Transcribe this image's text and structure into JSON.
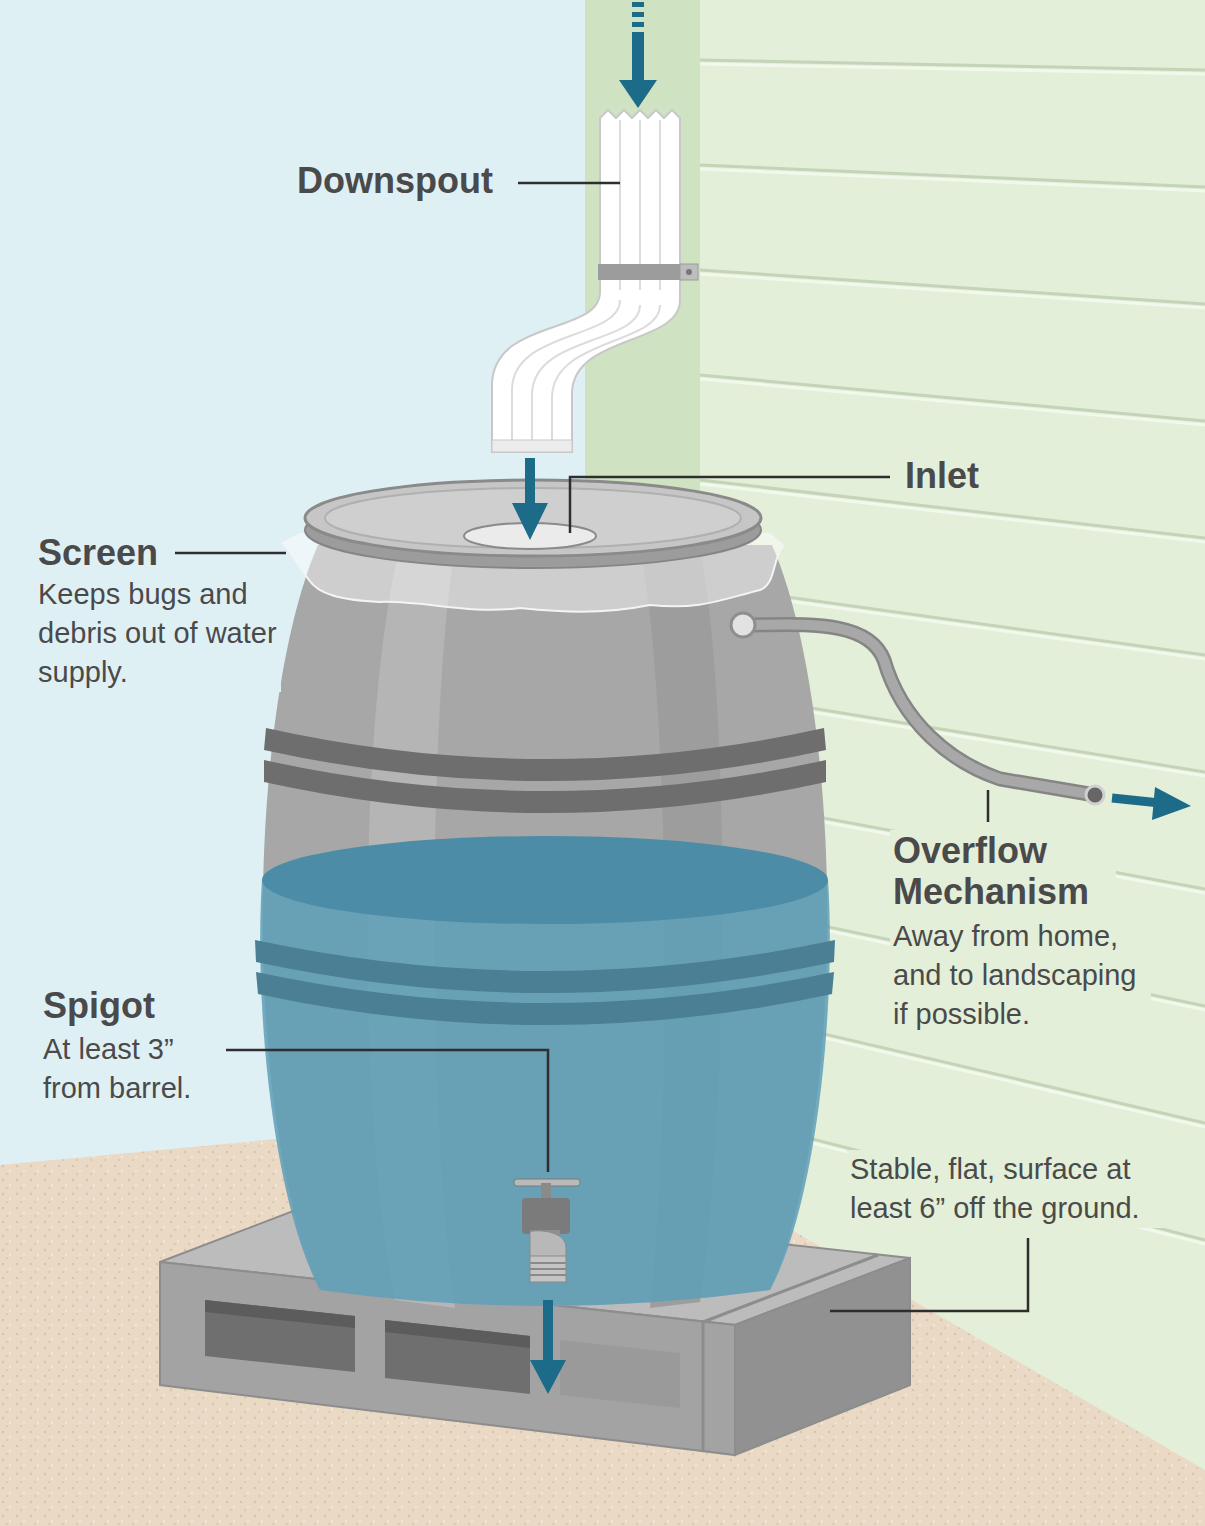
{
  "diagram": {
    "labels": [
      "Downspout",
      "Inlet",
      "Screen",
      "Keeps bugs and debris out of water supply.",
      "Overflow Mechanism",
      "Away from home, and to landscaping if possible.",
      "Spigot",
      "At least 3” from barrel.",
      "Stable, flat, surface at least 6” off the ground."
    ]
  }
}
